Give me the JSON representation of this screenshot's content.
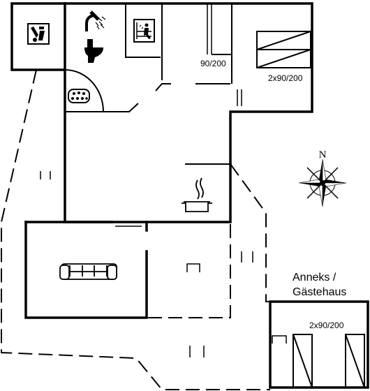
{
  "plan": {
    "beds": {
      "single_room_bed": "90/200",
      "bedroom_bed": "2x90/200",
      "annex_bed": "2x90/200"
    },
    "annex_label_line1": "Anneks /",
    "annex_label_line2": "Gästehaus",
    "compass_north": "N"
  },
  "icons": [
    "washing-machine-icon",
    "shower-icon",
    "toilet-icon",
    "sauna-icon",
    "whirlpool-icon",
    "cooking-pot-icon",
    "sofa-icon",
    "compass-rose-icon"
  ],
  "colors": {
    "walls": "#000000",
    "background": "#ffffff"
  }
}
